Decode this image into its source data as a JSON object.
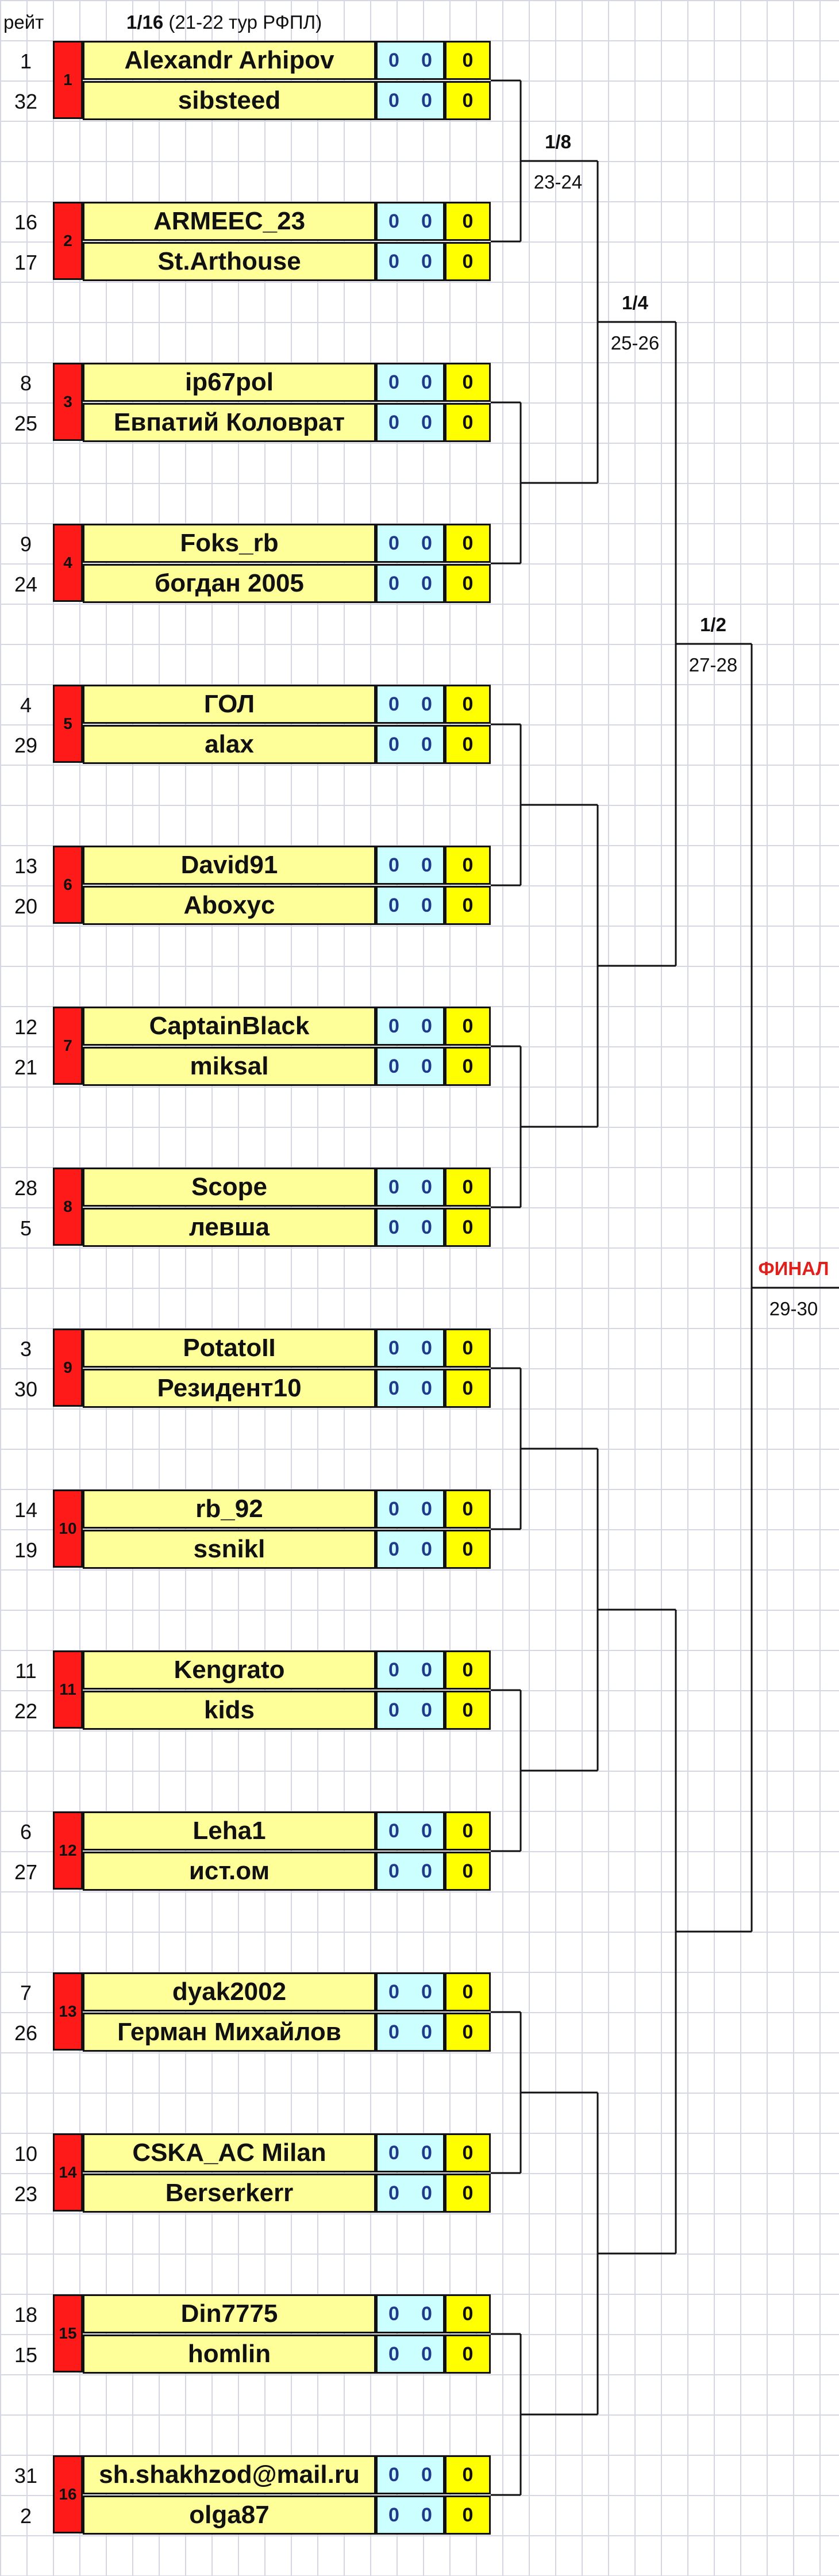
{
  "header": {
    "rating_label": "рейт",
    "round_label": "1/16",
    "round_note": "(21-22 тур РФПЛ)"
  },
  "matches": [
    {
      "num": "1",
      "seeds": [
        "1",
        "32"
      ],
      "players": [
        "Alexandr Arhipov",
        "sibsteed"
      ],
      "scores": [
        [
          "0",
          "0"
        ],
        [
          "0",
          "0"
        ]
      ],
      "totals": [
        "0",
        "0"
      ]
    },
    {
      "num": "2",
      "seeds": [
        "16",
        "17"
      ],
      "players": [
        "ARMEEC_23",
        "St.Arthouse"
      ],
      "scores": [
        [
          "0",
          "0"
        ],
        [
          "0",
          "0"
        ]
      ],
      "totals": [
        "0",
        "0"
      ]
    },
    {
      "num": "3",
      "seeds": [
        "8",
        "25"
      ],
      "players": [
        "ip67pol",
        "Евпатий Коловрат"
      ],
      "scores": [
        [
          "0",
          "0"
        ],
        [
          "0",
          "0"
        ]
      ],
      "totals": [
        "0",
        "0"
      ]
    },
    {
      "num": "4",
      "seeds": [
        "9",
        "24"
      ],
      "players": [
        "Foks_rb",
        "богдан 2005"
      ],
      "scores": [
        [
          "0",
          "0"
        ],
        [
          "0",
          "0"
        ]
      ],
      "totals": [
        "0",
        "0"
      ]
    },
    {
      "num": "5",
      "seeds": [
        "4",
        "29"
      ],
      "players": [
        "ГОЛ",
        "alax"
      ],
      "scores": [
        [
          "0",
          "0"
        ],
        [
          "0",
          "0"
        ]
      ],
      "totals": [
        "0",
        "0"
      ]
    },
    {
      "num": "6",
      "seeds": [
        "13",
        "20"
      ],
      "players": [
        "David91",
        "Aboxyc"
      ],
      "scores": [
        [
          "0",
          "0"
        ],
        [
          "0",
          "0"
        ]
      ],
      "totals": [
        "0",
        "0"
      ]
    },
    {
      "num": "7",
      "seeds": [
        "12",
        "21"
      ],
      "players": [
        "CaptainBlack",
        "miksal"
      ],
      "scores": [
        [
          "0",
          "0"
        ],
        [
          "0",
          "0"
        ]
      ],
      "totals": [
        "0",
        "0"
      ]
    },
    {
      "num": "8",
      "seeds": [
        "28",
        "5"
      ],
      "players": [
        "Scope",
        "левша"
      ],
      "scores": [
        [
          "0",
          "0"
        ],
        [
          "0",
          "0"
        ]
      ],
      "totals": [
        "0",
        "0"
      ]
    },
    {
      "num": "9",
      "seeds": [
        "3",
        "30"
      ],
      "players": [
        "PotatoII",
        "Резидент10"
      ],
      "scores": [
        [
          "0",
          "0"
        ],
        [
          "0",
          "0"
        ]
      ],
      "totals": [
        "0",
        "0"
      ]
    },
    {
      "num": "10",
      "seeds": [
        "14",
        "19"
      ],
      "players": [
        "rb_92",
        "ssnikl"
      ],
      "scores": [
        [
          "0",
          "0"
        ],
        [
          "0",
          "0"
        ]
      ],
      "totals": [
        "0",
        "0"
      ]
    },
    {
      "num": "11",
      "seeds": [
        "11",
        "22"
      ],
      "players": [
        "Kengrato",
        "kids"
      ],
      "scores": [
        [
          "0",
          "0"
        ],
        [
          "0",
          "0"
        ]
      ],
      "totals": [
        "0",
        "0"
      ]
    },
    {
      "num": "12",
      "seeds": [
        "6",
        "27"
      ],
      "players": [
        "Leha1",
        "ист.ом"
      ],
      "scores": [
        [
          "0",
          "0"
        ],
        [
          "0",
          "0"
        ]
      ],
      "totals": [
        "0",
        "0"
      ]
    },
    {
      "num": "13",
      "seeds": [
        "7",
        "26"
      ],
      "players": [
        "dyak2002",
        "Герман Михайлов"
      ],
      "scores": [
        [
          "0",
          "0"
        ],
        [
          "0",
          "0"
        ]
      ],
      "totals": [
        "0",
        "0"
      ]
    },
    {
      "num": "14",
      "seeds": [
        "10",
        "23"
      ],
      "players": [
        "CSKA_AC Milan",
        "Berserkerr"
      ],
      "scores": [
        [
          "0",
          "0"
        ],
        [
          "0",
          "0"
        ]
      ],
      "totals": [
        "0",
        "0"
      ]
    },
    {
      "num": "15",
      "seeds": [
        "18",
        "15"
      ],
      "players": [
        "Din7775",
        "homlin"
      ],
      "scores": [
        [
          "0",
          "0"
        ],
        [
          "0",
          "0"
        ]
      ],
      "totals": [
        "0",
        "0"
      ]
    },
    {
      "num": "16",
      "seeds": [
        "31",
        "2"
      ],
      "players": [
        "sh.shakhzod@mail.ru",
        "olga87"
      ],
      "scores": [
        [
          "0",
          "0"
        ],
        [
          "0",
          "0"
        ]
      ],
      "totals": [
        "0",
        "0"
      ]
    }
  ],
  "rounds": [
    {
      "label": "1/8",
      "range": "23-24"
    },
    {
      "label": "1/4",
      "range": "25-26"
    },
    {
      "label": "1/2",
      "range": "27-28"
    }
  ],
  "final": {
    "label": "ФИНАЛ",
    "range": "29-30"
  },
  "colors": {
    "match_number_bg": "#ff1a1a",
    "name_bg": "#ffff99",
    "score_bg": "#ccffff",
    "total_bg": "#ffff00",
    "final_label": "#e0201a",
    "score_text": "#1f3a8a"
  }
}
